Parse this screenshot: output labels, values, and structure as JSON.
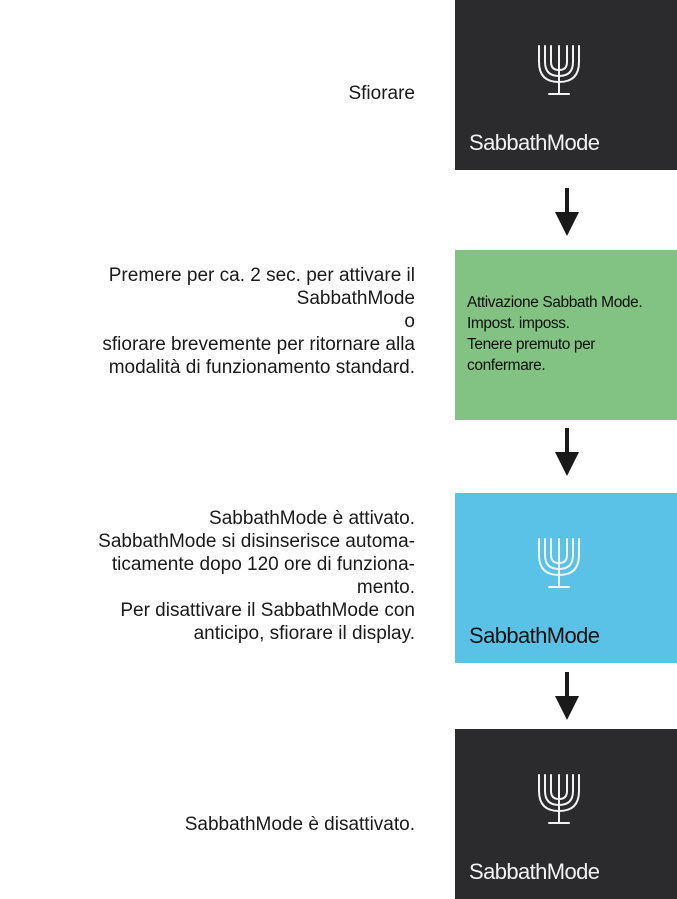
{
  "steps": [
    {
      "description": [
        "Sfiorare"
      ],
      "tile": {
        "label": "SabbathMode",
        "icon": "menorah-icon",
        "color": "#2b2b2d"
      }
    },
    {
      "description": [
        "Premere per ca. 2 sec. per attivare il",
        "SabbathMode",
        "o",
        "sfiorare brevemente per ritornare alla",
        "modalità di funzionamento standard."
      ],
      "tile": {
        "message": [
          "Attivazione Sabbath Mode.",
          "Impost. imposs.",
          "Tenere premuto per",
          "confermare."
        ],
        "color": "#82c282"
      }
    },
    {
      "description": [
        "SabbathMode è attivato.",
        "SabbathMode si disinserisce automa-",
        "ticamente dopo 120 ore di funziona-",
        "mento.",
        "Per disattivare il SabbathMode con",
        "anticipo, sfiorare il display."
      ],
      "tile": {
        "label": "SabbathMode",
        "icon": "menorah-icon",
        "color": "#5bc2e7"
      }
    },
    {
      "description": [
        "SabbathMode è disattivato."
      ],
      "tile": {
        "label": "SabbathMode",
        "icon": "menorah-icon",
        "color": "#2b2b2d"
      }
    }
  ],
  "arrow_icon": "arrow-down-icon"
}
